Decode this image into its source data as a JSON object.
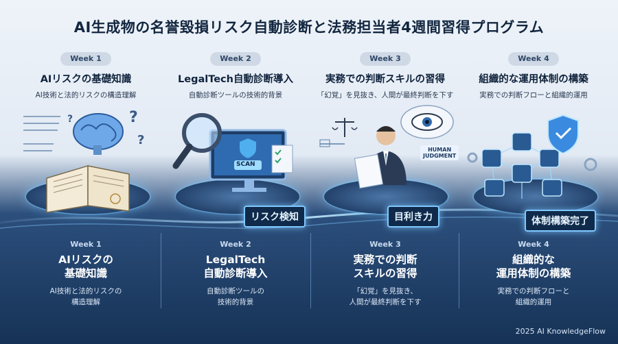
{
  "title": "AI生成物の名誉毀損リスク自動診断と法務担当者4週間習得プログラム",
  "weeks": [
    {
      "week": "Week 1",
      "top_title": "AIリスクの基礎知識",
      "top_sub": "AI技術と法的リスクの構造理解",
      "bottom_title": "AIリスクの\n基礎知識",
      "bottom_sub": "AI技術と法的リスクの\n構造理解",
      "illustration": "brain-and-legal-book"
    },
    {
      "week": "Week 2",
      "top_title": "LegalTech自動診断導入",
      "top_sub": "自動診断ツールの技術的背景",
      "bottom_title": "LegalTech\n自動診断導入",
      "bottom_sub": "自動診断ツールの\n技術的背景",
      "illustration": "magnifier-and-scan-monitor",
      "screen_label": "SCAN",
      "banner": "リスク検知"
    },
    {
      "week": "Week 3",
      "top_title": "実務での判断スキルの習得",
      "top_sub": "「幻覚」を見抜き、人間が最終判断を下す",
      "bottom_title": "実務での判断\nスキルの習得",
      "bottom_sub": "「幻覚」を見抜き、\n人間が最終判断を下す",
      "illustration": "businessman-reading-document",
      "tag": "HUMAN\nJUDGMENT",
      "banner": "目利き力"
    },
    {
      "week": "Week 4",
      "top_title": "組織的な運用体制の構築",
      "top_sub": "実務での判断フローと組織的運用",
      "bottom_title": "組織的な\n運用体制の構築",
      "bottom_sub": "実務での判断フローと\n組織的運用",
      "illustration": "shield-and-network",
      "banner": "体制構築完了"
    }
  ],
  "footer": "2025 AI KnowledgeFlow",
  "colors": {
    "title": "#12263f",
    "glow": "#7fc8ff",
    "dark_bg": "#163256"
  }
}
